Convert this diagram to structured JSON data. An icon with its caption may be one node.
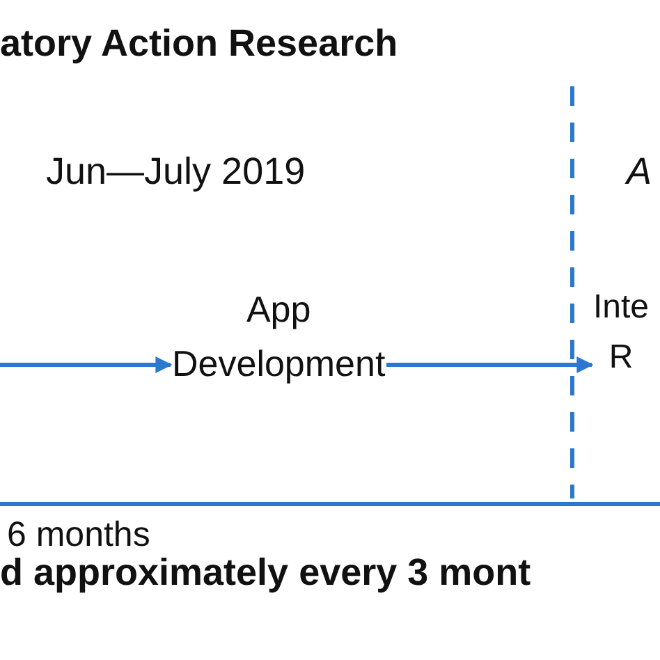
{
  "diagram": {
    "title": "atory Action Research",
    "nodes": [
      {
        "text": [
          "App Development"
        ]
      },
      {
        "text": [
          "Inte R"
        ]
      }
    ],
    "edges": [
      {
        "from": null,
        "to": 0,
        "arrow": "to"
      },
      {
        "from": 0,
        "to": 1,
        "arrow": "to"
      }
    ],
    "labels": [
      "Jun—July 2019",
      "A",
      "6 months",
      "d approximately every 3 mont"
    ]
  }
}
